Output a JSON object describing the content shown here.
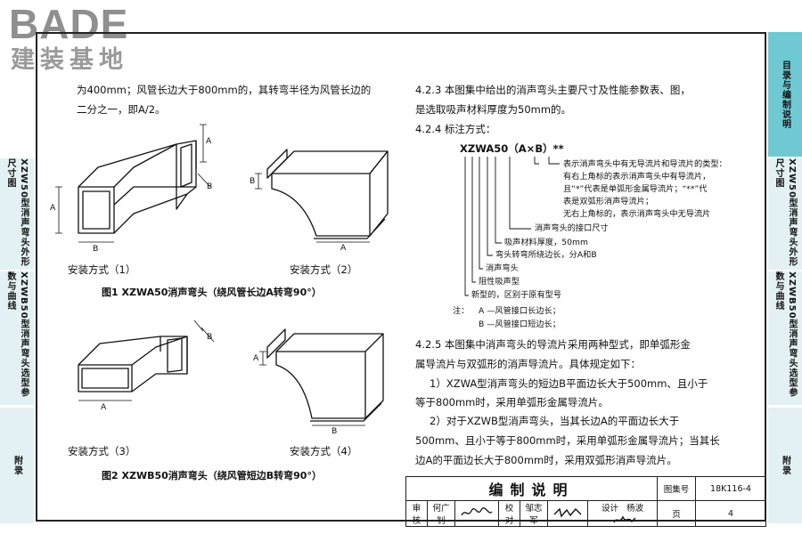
{
  "brand": {
    "name": "BADE",
    "cn_name": "建装基地"
  },
  "side_tabs_left": [
    {
      "label": "XZW50型消声弯头外形尺寸图"
    },
    {
      "label": "XZWB50型消声弯头选型参数与曲线"
    },
    {
      "label": "附录"
    }
  ],
  "side_tabs_right": [
    {
      "label": "目录与编制说明"
    },
    {
      "label": "XZW50型消声弯头外形尺寸图"
    },
    {
      "label": "XZWB50型消声弯头选型参数与曲线"
    },
    {
      "label": "附录"
    }
  ],
  "left_text": {
    "line1": "为400mm；风管长边大于800mm的，其转弯半径为风管长边的",
    "line2": "二分之一，即A/2。"
  },
  "figures": {
    "install1": "安装方式（1）",
    "install2": "安装方式（2）",
    "install3": "安装方式（3）",
    "install4": "安装方式（4）",
    "fig1_caption": "图1 XZWA50消声弯头（绕风管长边A转弯90°）",
    "fig2_caption": "图2 XZWB50消声弯头（绕风管短边B转弯90°）",
    "dim_a": "A",
    "dim_b": "B"
  },
  "right_text": {
    "p423_l1": "4.2.3 本图集中给出的消声弯头主要尺寸及性能参数表、图，",
    "p423_l2": "是选取吸声材料厚度为50mm的。",
    "p424": "4.2.4 标注方式：",
    "code": "XZWA50（A×B）**",
    "note_type_1": "表示消声弯头中有无导流片和导流片的类型：",
    "note_type_2": "有右上角标的表示消声弯头中有导流片，",
    "note_type_3": "且“*”代表是单弧形金属导流片；“**”代",
    "note_type_4": "表是双弧形消声导流片；",
    "note_type_5": "无右上角标的，表示消声弯头中无导流片",
    "note_size": "消声弯头的接口尺寸",
    "note_thick": "吸声材料厚度，50mm",
    "note_edge": "弯头转弯所绕边长，分A和B",
    "note_elbow": "消声弯头",
    "note_type": "阻性吸声型",
    "note_new": "新型的，区别于原有型号",
    "note_label": "注：",
    "note_a": "A —风管接口长边长；",
    "note_b": "B —风管接口短边长；",
    "p425_l1": "4.2.5 本图集中消声弯头的导流片采用两种型式，即单弧形金",
    "p425_l2": "属导流片与双弧形的消声导流片。具体规定如下：",
    "p1_l1": "1）XZWA型消声弯头的短边B平面边长大于500mm、且小于",
    "p1_l2": "等于800mm时，采用单弧形金属导流片。",
    "p2_l1": "2）对于XZWB型消声弯头，当其长边A的平面边长大于",
    "p2_l2": "500mm、且小于等于800mm时，采用单弧形金属导流片；当其长",
    "p2_l3": "边A的平面边长大于800mm时，采用双弧形消声导流片。"
  },
  "title_block": {
    "title": "编制说明",
    "atlas_label": "图集号",
    "atlas_no": "18K116-4",
    "review_label": "审核",
    "review_name": "何广钊",
    "proof_label": "校对",
    "proof_name": "邹志军",
    "design_label": "设计",
    "design_name": "杨波",
    "page_label": "页",
    "page_no": "4"
  }
}
